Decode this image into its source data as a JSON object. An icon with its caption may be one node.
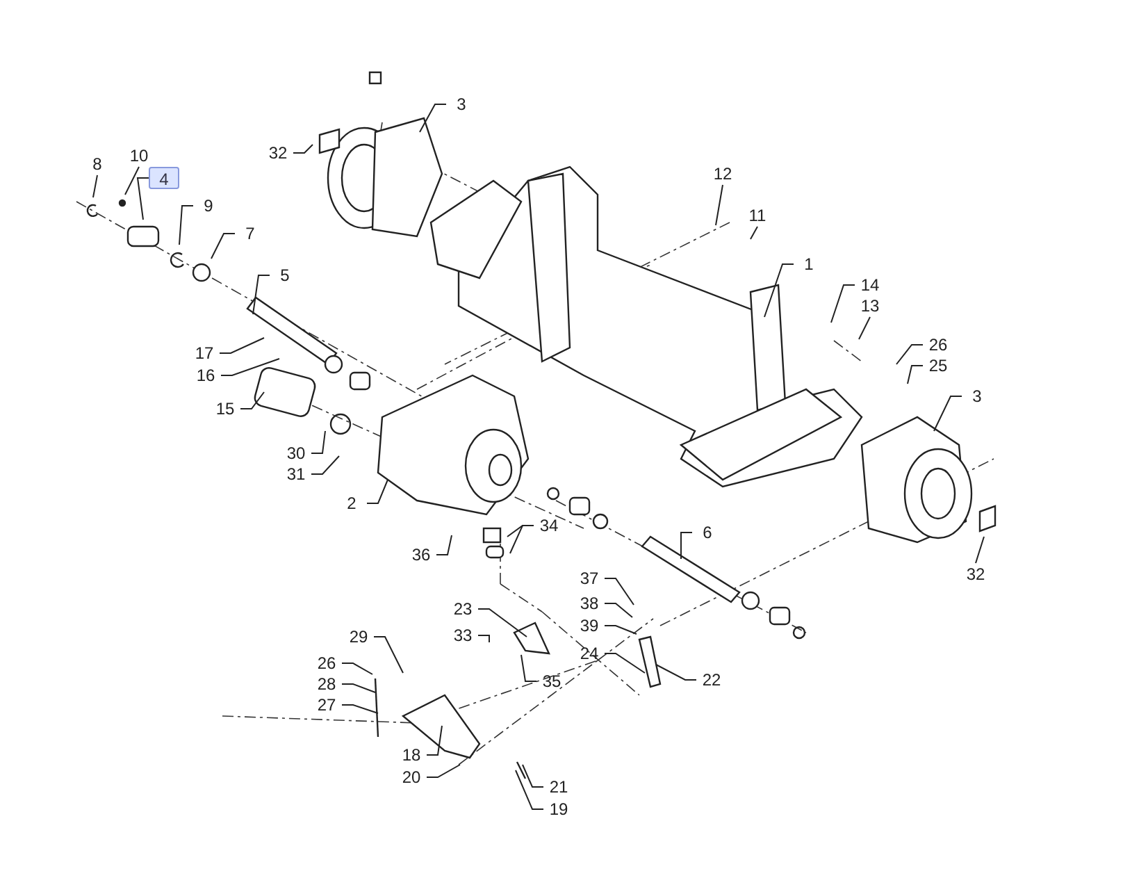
{
  "diagram": {
    "nodes": [
      {
        "text": [
          "3"
        ]
      },
      {
        "text": [
          "32"
        ]
      },
      {
        "text": [
          "8"
        ]
      },
      {
        "text": [
          "10"
        ]
      },
      {
        "text": [
          "4"
        ]
      },
      {
        "text": [
          "9"
        ]
      },
      {
        "text": [
          "7"
        ]
      },
      {
        "text": [
          "12"
        ]
      },
      {
        "text": [
          "11"
        ]
      },
      {
        "text": [
          "1"
        ]
      },
      {
        "text": [
          "5"
        ]
      },
      {
        "text": [
          "14"
        ]
      },
      {
        "text": [
          "13"
        ]
      },
      {
        "text": [
          "17"
        ]
      },
      {
        "text": [
          "26"
        ]
      },
      {
        "text": [
          "16"
        ]
      },
      {
        "text": [
          "25"
        ]
      },
      {
        "text": [
          "15"
        ]
      },
      {
        "text": [
          "3"
        ]
      },
      {
        "text": [
          "30"
        ]
      },
      {
        "text": [
          "31"
        ]
      },
      {
        "text": [
          "2"
        ]
      },
      {
        "text": [
          "34"
        ]
      },
      {
        "text": [
          "6"
        ]
      },
      {
        "text": [
          "36"
        ]
      },
      {
        "text": [
          "32"
        ]
      },
      {
        "text": [
          "37"
        ]
      },
      {
        "text": [
          "38"
        ]
      },
      {
        "text": [
          "23"
        ]
      },
      {
        "text": [
          "39"
        ]
      },
      {
        "text": [
          "33"
        ]
      },
      {
        "text": [
          "24"
        ]
      },
      {
        "text": [
          "29"
        ]
      },
      {
        "text": [
          "26"
        ]
      },
      {
        "text": [
          "22"
        ]
      },
      {
        "text": [
          "35"
        ]
      },
      {
        "text": [
          "28"
        ]
      },
      {
        "text": [
          "27"
        ]
      },
      {
        "text": [
          "18"
        ]
      },
      {
        "text": [
          "20"
        ]
      },
      {
        "text": [
          "21"
        ]
      },
      {
        "text": [
          "19"
        ]
      }
    ],
    "edges": [
      {
        "from": 0,
        "to": null,
        "arrow": "none"
      },
      {
        "from": 1,
        "to": null,
        "arrow": "none"
      },
      {
        "from": 2,
        "to": null,
        "arrow": "none"
      },
      {
        "from": 3,
        "to": null,
        "arrow": "none"
      },
      {
        "from": 4,
        "to": null,
        "arrow": "none"
      },
      {
        "from": 5,
        "to": null,
        "arrow": "none"
      },
      {
        "from": 6,
        "to": null,
        "arrow": "none"
      },
      {
        "from": 7,
        "to": null,
        "arrow": "none"
      },
      {
        "from": 8,
        "to": null,
        "arrow": "none"
      },
      {
        "from": 9,
        "to": null,
        "arrow": "none"
      },
      {
        "from": 10,
        "to": null,
        "arrow": "none"
      },
      {
        "from": 11,
        "to": null,
        "arrow": "none"
      },
      {
        "from": 12,
        "to": null,
        "arrow": "none"
      },
      {
        "from": 13,
        "to": null,
        "arrow": "none"
      },
      {
        "from": 14,
        "to": null,
        "arrow": "none"
      },
      {
        "from": 15,
        "to": null,
        "arrow": "none"
      },
      {
        "from": 16,
        "to": null,
        "arrow": "none"
      },
      {
        "from": 17,
        "to": null,
        "arrow": "none"
      },
      {
        "from": 18,
        "to": null,
        "arrow": "none"
      },
      {
        "from": 19,
        "to": null,
        "arrow": "none"
      },
      {
        "from": 20,
        "to": null,
        "arrow": "none"
      },
      {
        "from": 21,
        "to": null,
        "arrow": "none"
      },
      {
        "from": 22,
        "to": null,
        "arrow": "none"
      },
      {
        "from": 22,
        "to": null,
        "arrow": "none"
      },
      {
        "from": 23,
        "to": null,
        "arrow": "none"
      },
      {
        "from": 24,
        "to": null,
        "arrow": "none"
      },
      {
        "from": 25,
        "to": null,
        "arrow": "none"
      },
      {
        "from": 26,
        "to": null,
        "arrow": "none"
      },
      {
        "from": 27,
        "to": null,
        "arrow": "none"
      },
      {
        "from": 28,
        "to": null,
        "arrow": "none"
      },
      {
        "from": 29,
        "to": null,
        "arrow": "none"
      },
      {
        "from": 30,
        "to": null,
        "arrow": "none"
      },
      {
        "from": 31,
        "to": null,
        "arrow": "none"
      },
      {
        "from": 32,
        "to": null,
        "arrow": "none"
      },
      {
        "from": 33,
        "to": null,
        "arrow": "none"
      },
      {
        "from": 34,
        "to": null,
        "arrow": "none"
      },
      {
        "from": 35,
        "to": null,
        "arrow": "none"
      },
      {
        "from": 36,
        "to": null,
        "arrow": "none"
      },
      {
        "from": 37,
        "to": null,
        "arrow": "none"
      },
      {
        "from": 38,
        "to": null,
        "arrow": "none"
      },
      {
        "from": 39,
        "to": null,
        "arrow": "none"
      },
      {
        "from": 40,
        "to": null,
        "arrow": "none"
      },
      {
        "from": 41,
        "to": null,
        "arrow": "none"
      }
    ]
  }
}
